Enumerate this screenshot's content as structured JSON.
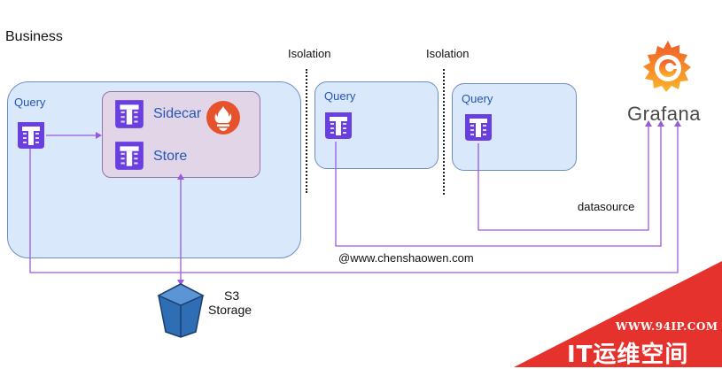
{
  "title": "Business",
  "isolation_labels": [
    "Isolation",
    "Isolation"
  ],
  "clusters": [
    {
      "query_label": "Query"
    },
    {
      "query_label": "Query"
    },
    {
      "query_label": "Query"
    }
  ],
  "sidecar_store": {
    "sidecar_label": "Sidecar",
    "store_label": "Store"
  },
  "grafana": {
    "logo_text": "Grafana"
  },
  "datasource_label": "datasource",
  "footer_url": "@www.chenshaowen.com",
  "storage": {
    "line1": "S3",
    "line2": "Storage"
  },
  "watermark": {
    "url": "WWW.94IP.COM",
    "text": "IT运维空间"
  },
  "colors": {
    "panel_fill": "#dae8fc",
    "panel_stroke": "#6c8ebf",
    "inner_fill": "#e1d5e7",
    "wire": "#9b59e0",
    "thanos_purple": "#6a3fe0",
    "prometheus": "#e6522c",
    "grafana_orange": "#f2821e",
    "banner_red": "#e5322d"
  },
  "icons": {
    "thanos": "thanos-icon",
    "prometheus": "prometheus-icon",
    "grafana": "grafana-icon",
    "s3": "s3-bucket-icon"
  }
}
